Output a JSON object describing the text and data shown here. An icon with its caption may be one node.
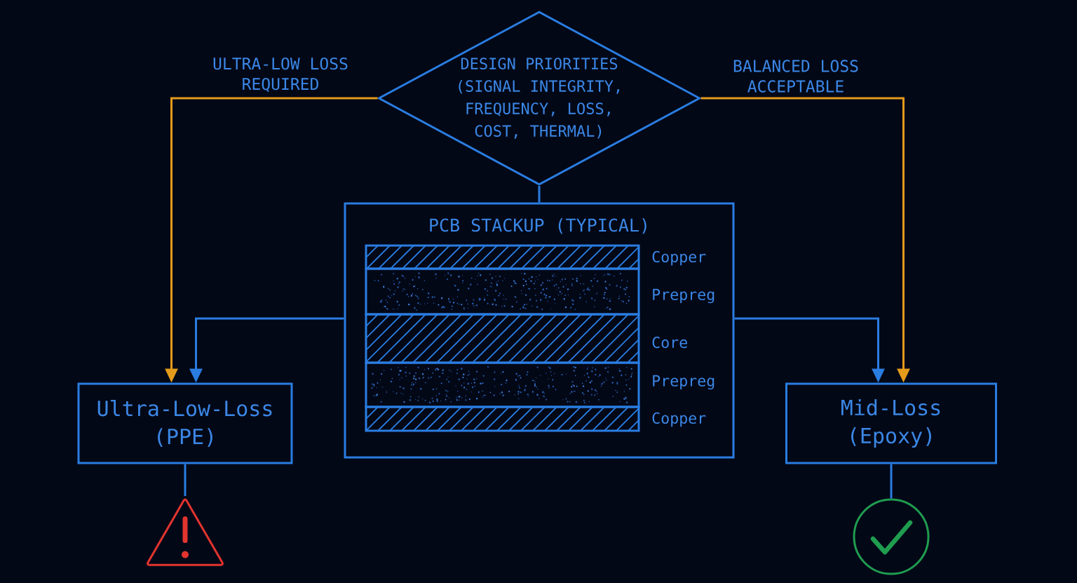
{
  "diagram": {
    "nodes": [
      {
        "text": [
          "DESIGN PRIORITIES (SIGNAL INTEGRITY, FREQUENCY, LOSS, COST, THERMAL)"
        ]
      },
      {
        "text": [
          "PCB STACKUP (TYPICAL)"
        ]
      },
      {
        "text": [
          "Ultra-Low-Loss (PPE)"
        ]
      },
      {
        "text": [
          "Mid-Loss (Epoxy)"
        ]
      },
      {
        "text": [],
        "shape": "triangle"
      },
      {
        "text": [],
        "shape": "circle"
      }
    ],
    "edges": [
      {
        "from": 0,
        "to": 2,
        "arrow": "to",
        "label": "ULTRA-LOW LOSS REQUIRED",
        "color": "#e49b1b"
      },
      {
        "from": 0,
        "to": 3,
        "arrow": "to",
        "label": "BALANCED LOSS ACCEPTABLE",
        "color": "#e49b1b"
      },
      {
        "from": 0,
        "to": 1,
        "arrow": "none"
      },
      {
        "from": 1,
        "to": 2,
        "arrow": "to"
      },
      {
        "from": 1,
        "to": 3,
        "arrow": "to"
      },
      {
        "from": 2,
        "to": 4,
        "arrow": "none"
      },
      {
        "from": 3,
        "to": 5,
        "arrow": "none"
      }
    ],
    "labels": [
      "Copper",
      "Prepreg",
      "Core",
      "Prepreg",
      "Copper"
    ]
  }
}
